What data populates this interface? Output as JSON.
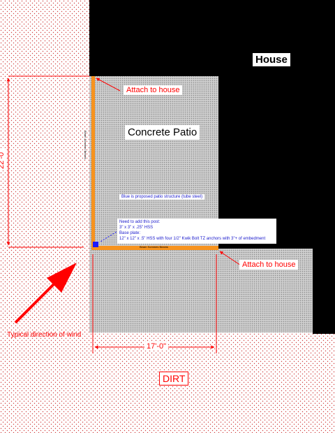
{
  "labels": {
    "house": "House",
    "concrete_patio": "Concrete Patio",
    "dirt": "DIRT",
    "wind": "Typical direction of wind",
    "attach_top": "Attach to house",
    "attach_right": "Attach to house",
    "dim_vertical": "22'-0\"",
    "dim_horizontal": "17'-0\"",
    "structure_note": "Blue is proposed patio structure (tube steel)",
    "beam_small_label": "Beam Sommes Beams",
    "vertical_small_label": "Beam Sommes Beams"
  },
  "post_note": {
    "line1": "Need to add this post:",
    "line2": "3\" x 3\" x .25\" HSS",
    "line3": "Base plate:",
    "line4": "12\" x 12\" x .5\" HSS with four 1/2\" Kwik Bolt TZ anchors with 3\"+ of embedment"
  },
  "colors": {
    "house": "#000000",
    "patio": "#c8c8c8",
    "beam": "#f7931e",
    "annotation": "#ff0000",
    "note_text": "#1a1acc",
    "post": "#1a1aff"
  }
}
